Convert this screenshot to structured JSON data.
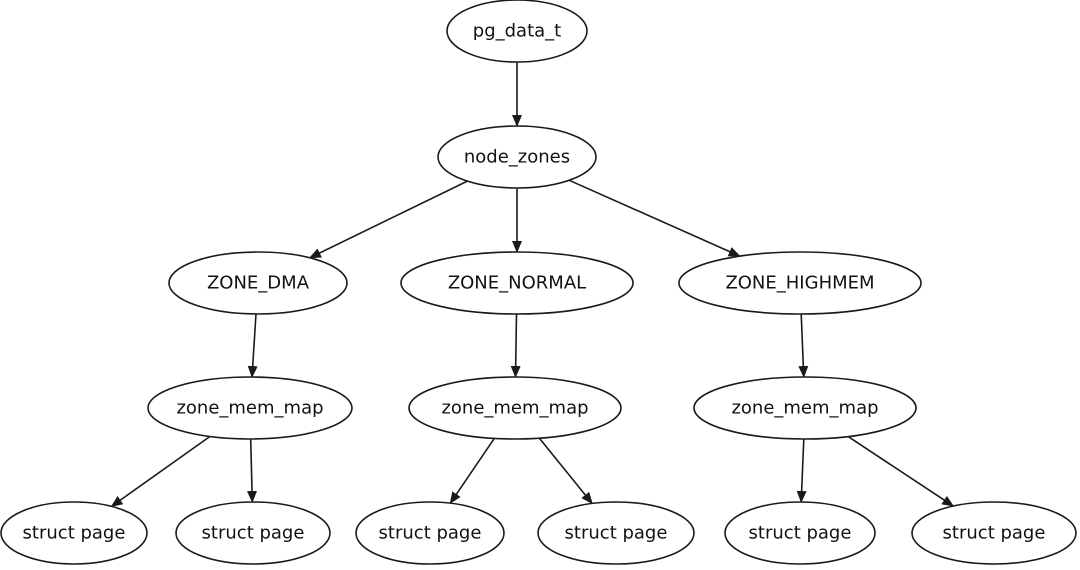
{
  "diagram": {
    "nodes": [
      {
        "id": "pg_data_t",
        "label": "pg_data_t"
      },
      {
        "id": "node_zones",
        "label": "node_zones"
      },
      {
        "id": "zone_dma",
        "label": "ZONE_DMA"
      },
      {
        "id": "zone_normal",
        "label": "ZONE_NORMAL"
      },
      {
        "id": "zone_highmem",
        "label": "ZONE_HIGHMEM"
      },
      {
        "id": "map_dma",
        "label": "zone_mem_map"
      },
      {
        "id": "map_normal",
        "label": "zone_mem_map"
      },
      {
        "id": "map_highmem",
        "label": "zone_mem_map"
      },
      {
        "id": "page_dma_1",
        "label": "struct page"
      },
      {
        "id": "page_dma_2",
        "label": "struct page"
      },
      {
        "id": "page_normal_1",
        "label": "struct page"
      },
      {
        "id": "page_normal_2",
        "label": "struct page"
      },
      {
        "id": "page_highmem_1",
        "label": "struct page"
      },
      {
        "id": "page_highmem_2",
        "label": "struct page"
      }
    ],
    "edges": [
      {
        "from": "pg_data_t",
        "to": "node_zones"
      },
      {
        "from": "node_zones",
        "to": "zone_dma"
      },
      {
        "from": "node_zones",
        "to": "zone_normal"
      },
      {
        "from": "node_zones",
        "to": "zone_highmem"
      },
      {
        "from": "zone_dma",
        "to": "map_dma"
      },
      {
        "from": "zone_normal",
        "to": "map_normal"
      },
      {
        "from": "zone_highmem",
        "to": "map_highmem"
      },
      {
        "from": "map_dma",
        "to": "page_dma_1"
      },
      {
        "from": "map_dma",
        "to": "page_dma_2"
      },
      {
        "from": "map_normal",
        "to": "page_normal_1"
      },
      {
        "from": "map_normal",
        "to": "page_normal_2"
      },
      {
        "from": "map_highmem",
        "to": "page_highmem_1"
      },
      {
        "from": "map_highmem",
        "to": "page_highmem_2"
      }
    ]
  }
}
